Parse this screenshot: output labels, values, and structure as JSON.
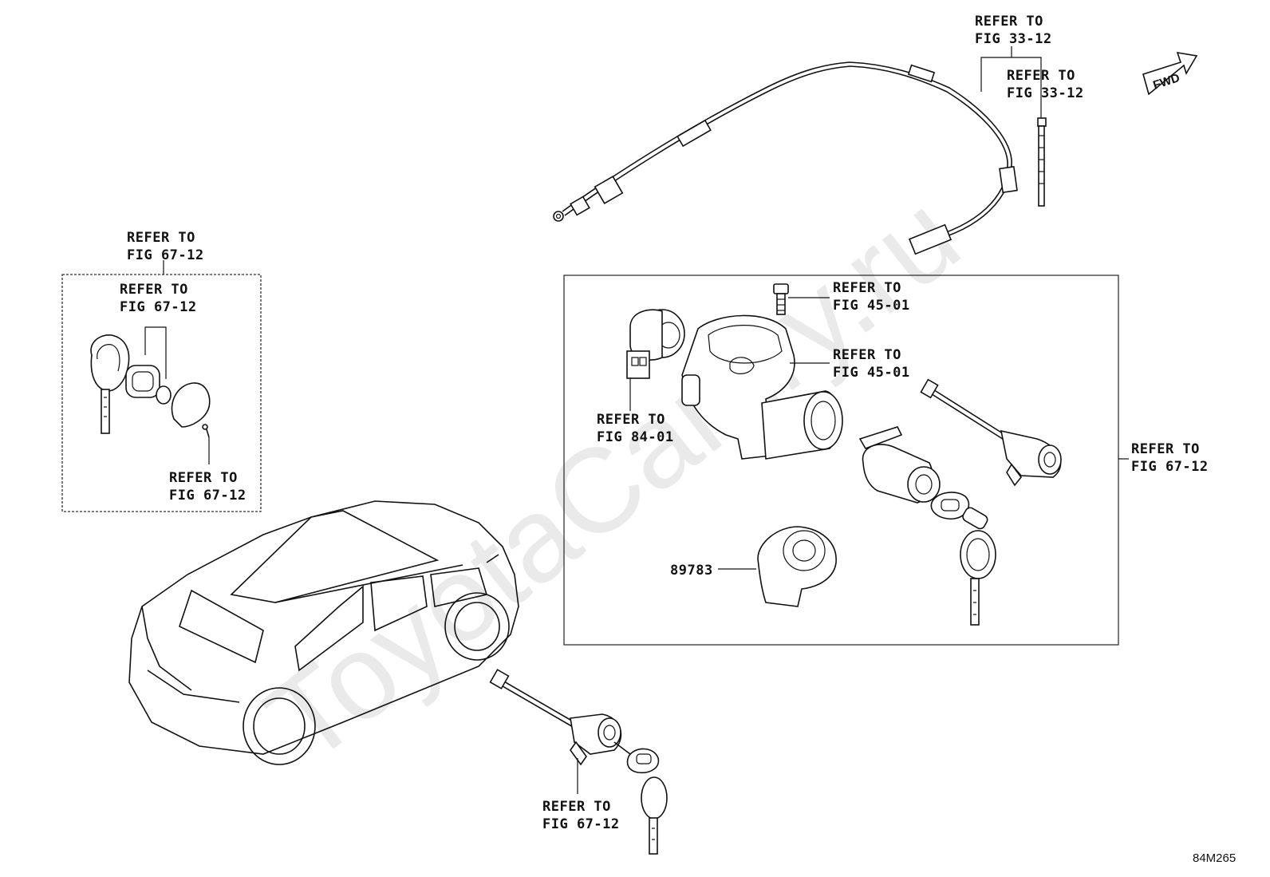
{
  "watermark": "ToyotaCamry.ru",
  "fig_code": "84M265",
  "fwd_label": "FWD",
  "part_number": "89783",
  "callouts": [
    {
      "id": "cable-a",
      "line1": "REFER TO",
      "line2": "FIG 33-12"
    },
    {
      "id": "cable-b",
      "line1": "REFER TO",
      "line2": "FIG 33-12"
    },
    {
      "id": "key-group",
      "line1": "REFER TO",
      "line2": "FIG 67-12"
    },
    {
      "id": "key-ring",
      "line1": "REFER TO",
      "line2": "FIG 67-12"
    },
    {
      "id": "key-screw",
      "line1": "REFER TO",
      "line2": "FIG 67-12"
    },
    {
      "id": "bolt",
      "line1": "REFER TO",
      "line2": "FIG 45-01"
    },
    {
      "id": "housing",
      "line1": "REFER TO",
      "line2": "FIG 45-01"
    },
    {
      "id": "switch",
      "line1": "REFER TO",
      "line2": "FIG 84-01"
    },
    {
      "id": "lock-set",
      "line1": "REFER TO",
      "line2": "FIG 67-12"
    },
    {
      "id": "door-lock",
      "line1": "REFER TO",
      "line2": "FIG 67-12"
    }
  ]
}
